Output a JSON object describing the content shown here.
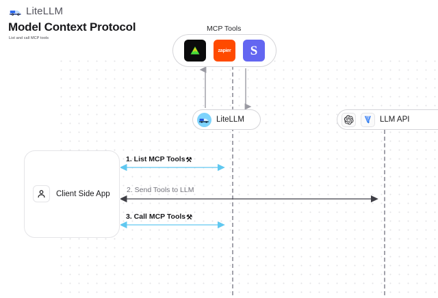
{
  "brand": {
    "name": "LiteLLM",
    "logo_icon": "truck-icon"
  },
  "header": {
    "title": "Model Context Protocol",
    "subtitle": "List and call MCP tools"
  },
  "mcp_group": {
    "label": "MCP Tools",
    "tools": [
      {
        "name": "triangle-tool-icon",
        "label": "",
        "bg": "#0b0b0c"
      },
      {
        "name": "zapier-tool-icon",
        "label": "zapier",
        "bg": "#ff4a00"
      },
      {
        "name": "slack-tool-icon",
        "label": "S",
        "bg": "#6366f1"
      }
    ]
  },
  "nodes": {
    "litellm": {
      "label": "LiteLLM",
      "icon": "litellm-truck-avatar"
    },
    "llm_api": {
      "label": "LLM API",
      "icons": [
        "openai-icon",
        "vertex-ai-icon"
      ]
    },
    "client": {
      "label": "Client Side App",
      "icon": "person-icon"
    }
  },
  "messages": [
    {
      "index": "1.",
      "text": "1. List MCP Tools",
      "emoji": "⚒",
      "style": "bidirectional",
      "color": "#60c8f0"
    },
    {
      "index": "2.",
      "text": "2. Send Tools to LLM",
      "emoji": "",
      "style": "bidirectional",
      "color": "#3f3f46"
    },
    {
      "index": "3.",
      "text": "3. Call MCP Tools",
      "emoji": "⚒",
      "style": "bidirectional",
      "color": "#60c8f0"
    }
  ],
  "vertical_arrows": [
    {
      "name": "tools-to-litellm-up-arrow",
      "direction": "up"
    },
    {
      "name": "litellm-to-tools-down-arrow",
      "direction": "down"
    }
  ],
  "colors": {
    "accent_blue": "#60c8f0",
    "dark": "#18181b",
    "muted": "#71717a",
    "border": "#d4d4d8",
    "dot_grid": "#e4e4e7"
  }
}
